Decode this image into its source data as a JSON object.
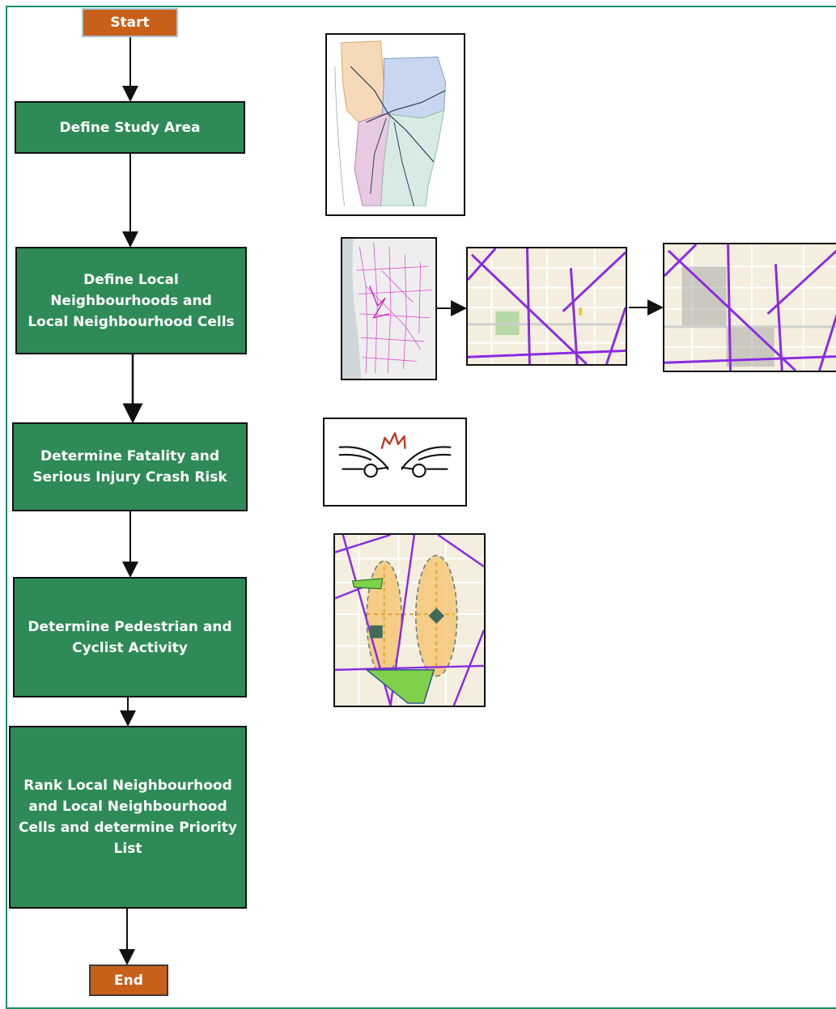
{
  "flow": {
    "start_label": "Start",
    "end_label": "End",
    "steps": [
      "Define Study Area",
      "Define Local\nNeighbourhoods and\nLocal Neighbourhood Cells",
      "Determine Fatality and\nSerious Injury Crash Risk",
      "Determine Pedestrian and\nCyclist Activity",
      "Rank Local Neighbourhood\nand Local Neighbourhood\nCells and determine Priority\nList"
    ]
  },
  "illustrations": {
    "study_area_map": "study-area-map",
    "network_map": "road-network-map",
    "zoomed_map": "neighbourhood-map",
    "cells_map": "neighbourhood-cells-map",
    "crash_icon": "car-crash-icon",
    "activity_map": "pedestrian-cyclist-activity-map"
  },
  "colors": {
    "step_fill": "#2e8b57",
    "terminal_fill": "#c8601a",
    "frame": "#1d8f6a",
    "road": "#8a2be2",
    "crash": "#c0392b"
  }
}
